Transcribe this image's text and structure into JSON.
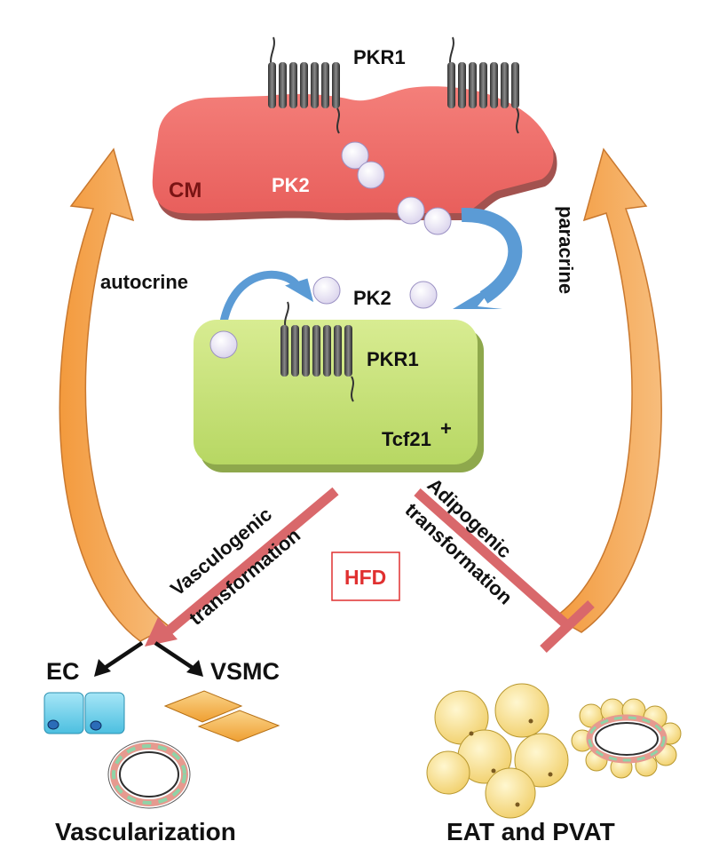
{
  "labels": {
    "pkr1_top": "PKR1",
    "cm": "CM",
    "pk2_cm": "PK2",
    "paracrine": "paracrine",
    "autocrine": "autocrine",
    "pk2_mid": "PK2",
    "pkr1_mid": "PKR1",
    "tcf21": "Tcf21",
    "tcf21_sup": "+",
    "vasculogenic": "Vasculogenic",
    "transformation_left": "transformation",
    "hfd": "HFD",
    "adipogenic": "Adipogenic",
    "transformation_right": "transformation",
    "ec": "EC",
    "vsmc": "VSMC",
    "vascularization": "Vascularization",
    "eat_pvat": "EAT and PVAT"
  },
  "colors": {
    "cardiomyocyte": "#f06e6a",
    "tcf21_cell": "#c8e27a",
    "feedback_arrow": "#f2a04b",
    "signal_arrow": "#5b9bd5",
    "transformation_bar": "#d9686b",
    "hfd_text": "#e03030",
    "endothelial": "#6fd0ea",
    "vsmc": "#f4b24e",
    "adipocyte": "#f6df8a"
  }
}
